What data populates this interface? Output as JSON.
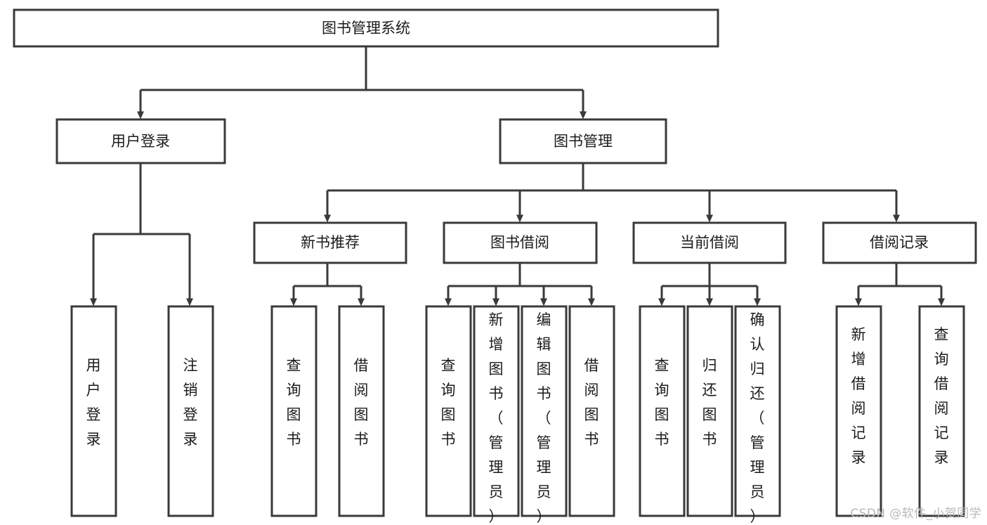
{
  "diagram": {
    "type": "tree-hierarchy",
    "orientation": "top-down",
    "title": "图书管理系统",
    "colors": {
      "stroke": "#3a3a3a",
      "fill": "#ffffff",
      "text": "#1b1b1b",
      "watermark": "#b9b9b9",
      "background": "#ffffff"
    },
    "root": {
      "id": "root",
      "label": "图书管理系统"
    },
    "level1": [
      {
        "id": "user-login",
        "label": "用户登录"
      },
      {
        "id": "book-manage",
        "label": "图书管理"
      }
    ],
    "level2": [
      {
        "id": "new-book-recommend",
        "label": "新书推荐",
        "parent": "book-manage"
      },
      {
        "id": "book-borrow",
        "label": "图书借阅",
        "parent": "book-manage"
      },
      {
        "id": "current-borrow",
        "label": "当前借阅",
        "parent": "book-manage"
      },
      {
        "id": "borrow-record",
        "label": "借阅记录",
        "parent": "book-manage"
      }
    ],
    "leaves": [
      {
        "id": "leaf-user-login",
        "label": "用户登录",
        "parent": "user-login"
      },
      {
        "id": "leaf-logout-login",
        "label": "注销登录",
        "parent": "user-login"
      },
      {
        "id": "leaf-query-book-1",
        "label": "查询图书",
        "parent": "new-book-recommend"
      },
      {
        "id": "leaf-borrow-book-1",
        "label": "借阅图书",
        "parent": "new-book-recommend"
      },
      {
        "id": "leaf-query-book-2",
        "label": "查询图书",
        "parent": "book-borrow"
      },
      {
        "id": "leaf-add-book",
        "label": "新增图书（管理员）",
        "parent": "book-borrow"
      },
      {
        "id": "leaf-edit-book",
        "label": "编辑图书（管理员）",
        "parent": "book-borrow"
      },
      {
        "id": "leaf-borrow-book-2",
        "label": "借阅图书",
        "parent": "book-borrow"
      },
      {
        "id": "leaf-query-book-3",
        "label": "查询图书",
        "parent": "current-borrow"
      },
      {
        "id": "leaf-return-book",
        "label": "归还图书",
        "parent": "current-borrow"
      },
      {
        "id": "leaf-confirm-return",
        "label": "确认归还（管理员）",
        "parent": "current-borrow"
      },
      {
        "id": "leaf-add-record",
        "label": "新增借阅记录",
        "parent": "borrow-record"
      },
      {
        "id": "leaf-query-record",
        "label": "查询借阅记录",
        "parent": "borrow-record"
      }
    ]
  },
  "watermark": {
    "text": "CSDN @软件_小贺同学"
  }
}
